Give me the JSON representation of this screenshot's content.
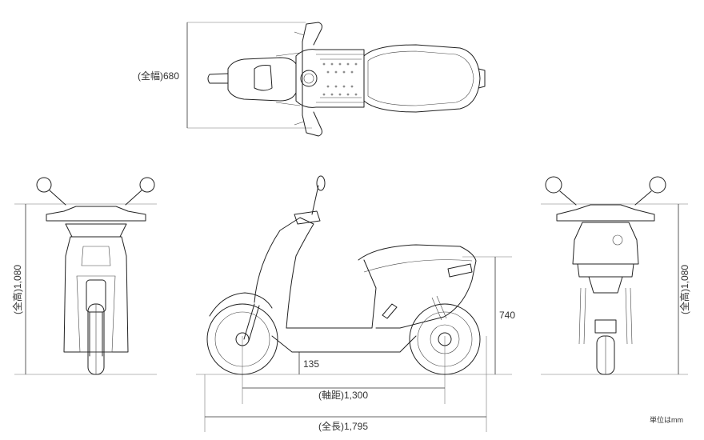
{
  "dimensions": {
    "overall_width": "(全幅)680",
    "overall_height_front": "(全高)1,080",
    "overall_height_rear": "(全高)1,080",
    "wheelbase": "(軸距)1,300",
    "overall_length": "(全長)1,795",
    "seat_height": "740",
    "ground_clearance": "135"
  },
  "unit_note": "単位はmm"
}
